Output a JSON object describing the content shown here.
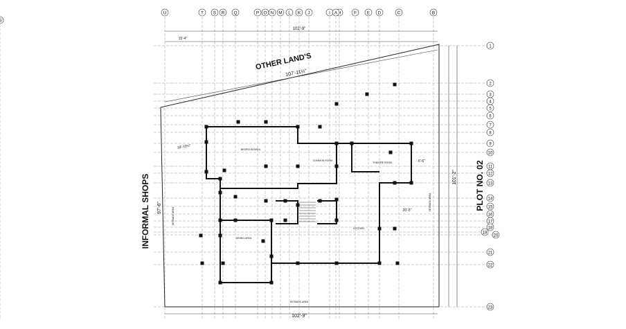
{
  "grid": {
    "columns": [
      "U",
      "T",
      "S",
      "R",
      "Q",
      "P",
      "O",
      "N",
      "M",
      "L",
      "K",
      "J",
      "I",
      "H",
      "F",
      "E",
      "D",
      "C",
      "B",
      "A",
      "G"
    ],
    "rows": [
      "1",
      "2",
      "3",
      "4",
      "5",
      "6",
      "7",
      "8",
      "9",
      "10",
      "11",
      "12",
      "13",
      "14",
      "15",
      "16",
      "17",
      "18",
      "19",
      "20",
      "21",
      "22",
      "23"
    ]
  },
  "labels": {
    "other_lands": "OTHER LAND'S",
    "informal_shops": "INFORMAL SHOPS",
    "plot_no": "PLOT NO. 02",
    "top_dim": "102'-9\"",
    "bottom_dim": "102'-9\"",
    "diag_dim": "107'-11½\"",
    "right_dim": "101'-2\"",
    "left_dim": "97'-6\"",
    "dim_20_5": "20'-5\"",
    "dim_6_6": "6'-6\"",
    "dim_18_10": "18'-10½\"",
    "dim_15_4": "15'-4\""
  },
  "rooms": {
    "r1": "BEDROOM AREA",
    "r2": "COMMON ROOM",
    "r3": "THEATRE ROOM",
    "r4": "DINING AREA",
    "r5": "KITCHEN",
    "r6": "SETBACK AREA",
    "r7": "SETBACK AREA",
    "r8": "SETBACK AREA"
  }
}
